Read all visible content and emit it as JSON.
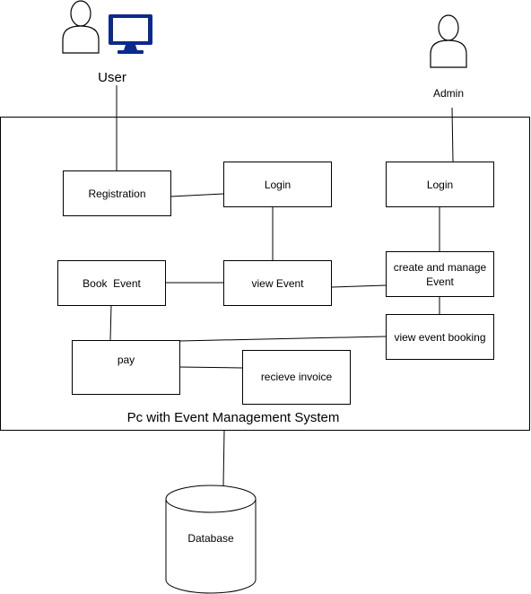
{
  "actors": {
    "user": {
      "label": "User",
      "icons": [
        "person-icon",
        "monitor-icon"
      ]
    },
    "admin": {
      "label": "Admin",
      "icons": [
        "person-icon"
      ]
    }
  },
  "system": {
    "label": "Pc with Event Management System"
  },
  "boxes": {
    "registration": "Registration",
    "login_user": "Login",
    "login_admin": "Login",
    "book_event": "Book  Event",
    "view_event": "view Event",
    "create_manage_event": "create and manage\nEvent",
    "view_event_booking": "view event booking",
    "pay": "pay",
    "recieve_invoice": "recieve invoice"
  },
  "database": {
    "label": "Database"
  },
  "colors": {
    "line": "#000000",
    "monitor": "#0a2a8c",
    "background": "#ffffff"
  }
}
